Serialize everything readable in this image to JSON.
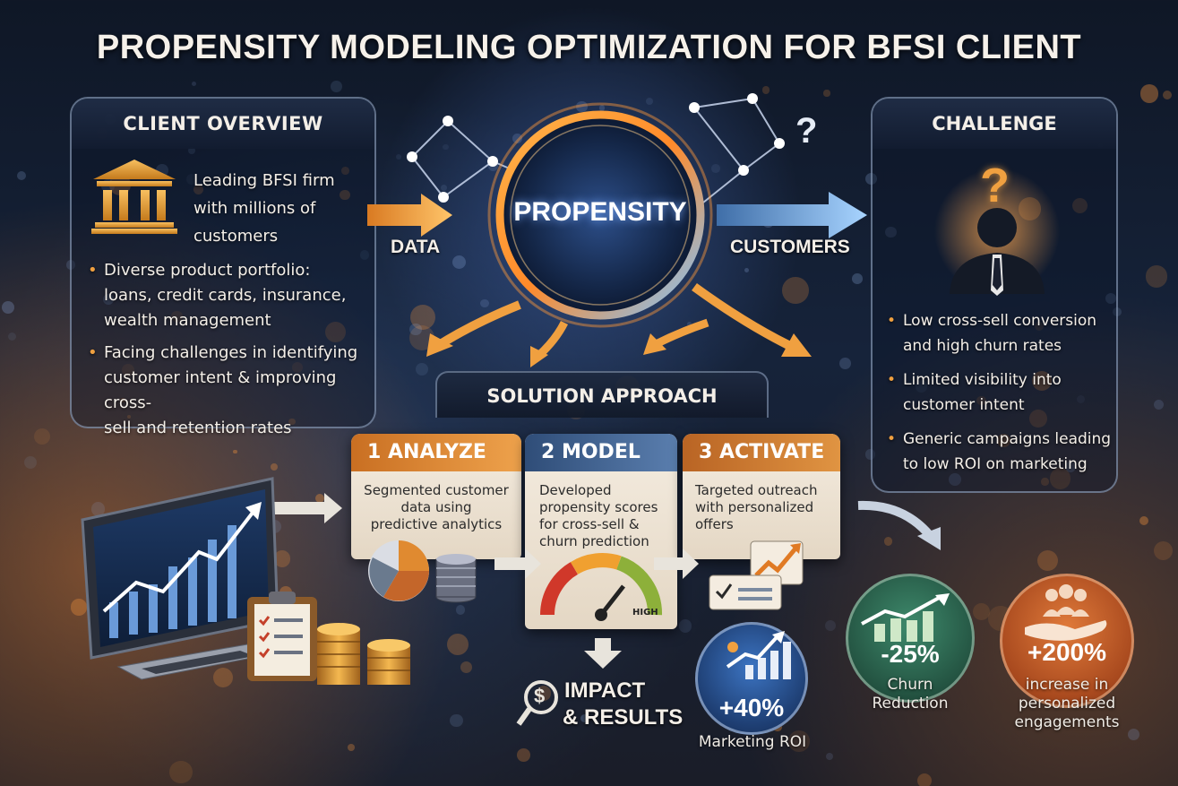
{
  "title": "PROPENSITY MODELING OPTIMIZATION FOR BFSI CLIENT",
  "client_overview": {
    "heading": "CLIENT OVERVIEW",
    "intro": [
      "Leading BFSI firm",
      "with millions of",
      "customers"
    ],
    "bullets": [
      [
        "Diverse product portfolio:",
        "loans, credit cards, insurance,",
        "wealth management"
      ],
      [
        "Facing challenges in identifying",
        "customer intent & improving cross-",
        "sell and retention rates"
      ]
    ]
  },
  "hub": {
    "label": "PROPENSITY",
    "input_label": "DATA",
    "output_label": "CUSTOMERS",
    "question_mark": "?"
  },
  "challenge": {
    "heading": "CHALLENGE",
    "question_mark": "?",
    "bullets": [
      [
        "Low cross-sell conversion",
        "and high churn rates"
      ],
      [
        "Limited visibility into",
        "customer intent"
      ],
      [
        "Generic campaigns leading",
        "to low ROI on marketing"
      ]
    ]
  },
  "solution": {
    "heading": "SOLUTION APPROACH",
    "steps": [
      {
        "label": "1  ANALYZE",
        "body": [
          "Segmented customer",
          "data using",
          "predictive analytics"
        ]
      },
      {
        "label": "2  MODEL",
        "body": [
          "Developed",
          "propensity scores",
          "for cross-sell &",
          "churn prediction"
        ],
        "gauge_label": "HIGH"
      },
      {
        "label": "3  ACTIVATE",
        "body": [
          "Targeted outreach",
          "with personalized",
          "offers"
        ]
      }
    ]
  },
  "impact": {
    "heading_line1": "IMPACT",
    "heading_line2": "& RESULTS",
    "icon_glyph": "$",
    "metrics": [
      {
        "value": "+40%",
        "label": [
          "Marketing ROI"
        ],
        "fraction": 0.4
      },
      {
        "value": "-25%",
        "label": [
          "Churn",
          "Reduction"
        ],
        "fraction": 0.25
      },
      {
        "value": "+200%",
        "label": [
          "increase in",
          "personalized",
          "engagements"
        ],
        "fraction": 2.0
      }
    ]
  },
  "colors": {
    "accent_orange": "#e8902c",
    "accent_blue": "#6fa6e0",
    "step1": "#d9822b",
    "step2": "#3d5f8e",
    "step3": "#c8762a",
    "metric_blue": "#2c5aa0",
    "metric_green": "#2f6b55",
    "metric_orange": "#c4612a"
  }
}
